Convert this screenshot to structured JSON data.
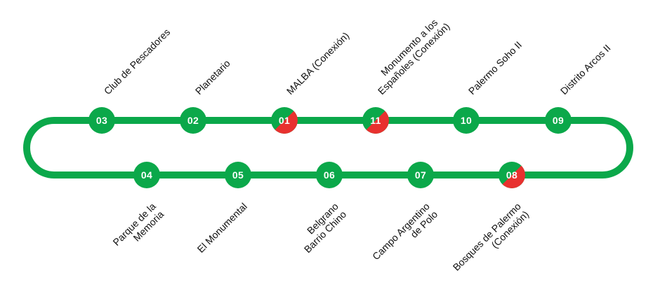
{
  "route": {
    "line_color": "#0ba84a",
    "connection_color": "#e8312f",
    "number_color": "#ffffff",
    "label_color": "#111111",
    "top_row": [
      {
        "id": "station-03",
        "number": "03",
        "label_lines": [
          "Club de Pescadores"
        ],
        "connection": false
      },
      {
        "id": "station-02",
        "number": "02",
        "label_lines": [
          "Planetario"
        ],
        "connection": false
      },
      {
        "id": "station-01",
        "number": "01",
        "label_lines": [
          "MALBA (Conexión)"
        ],
        "connection": true
      },
      {
        "id": "station-11",
        "number": "11",
        "label_lines": [
          "Monumento a los",
          "Españoles (Conexión)"
        ],
        "connection": true
      },
      {
        "id": "station-10",
        "number": "10",
        "label_lines": [
          "Palermo Soho II"
        ],
        "connection": false
      },
      {
        "id": "station-09",
        "number": "09",
        "label_lines": [
          "Distrito Arcos II"
        ],
        "connection": false
      }
    ],
    "bottom_row": [
      {
        "id": "station-04",
        "number": "04",
        "label_lines": [
          "Parque de la",
          "Memoria"
        ],
        "connection": false
      },
      {
        "id": "station-05",
        "number": "05",
        "label_lines": [
          "El Monumental"
        ],
        "connection": false
      },
      {
        "id": "station-06",
        "number": "06",
        "label_lines": [
          "Belgrano",
          "Barrio Chino"
        ],
        "connection": false
      },
      {
        "id": "station-07",
        "number": "07",
        "label_lines": [
          "Campo Argentino",
          "de Polo"
        ],
        "connection": false
      },
      {
        "id": "station-08",
        "number": "08",
        "label_lines": [
          "Bosques de Palermo",
          "(Conexión)"
        ],
        "connection": true
      }
    ]
  }
}
